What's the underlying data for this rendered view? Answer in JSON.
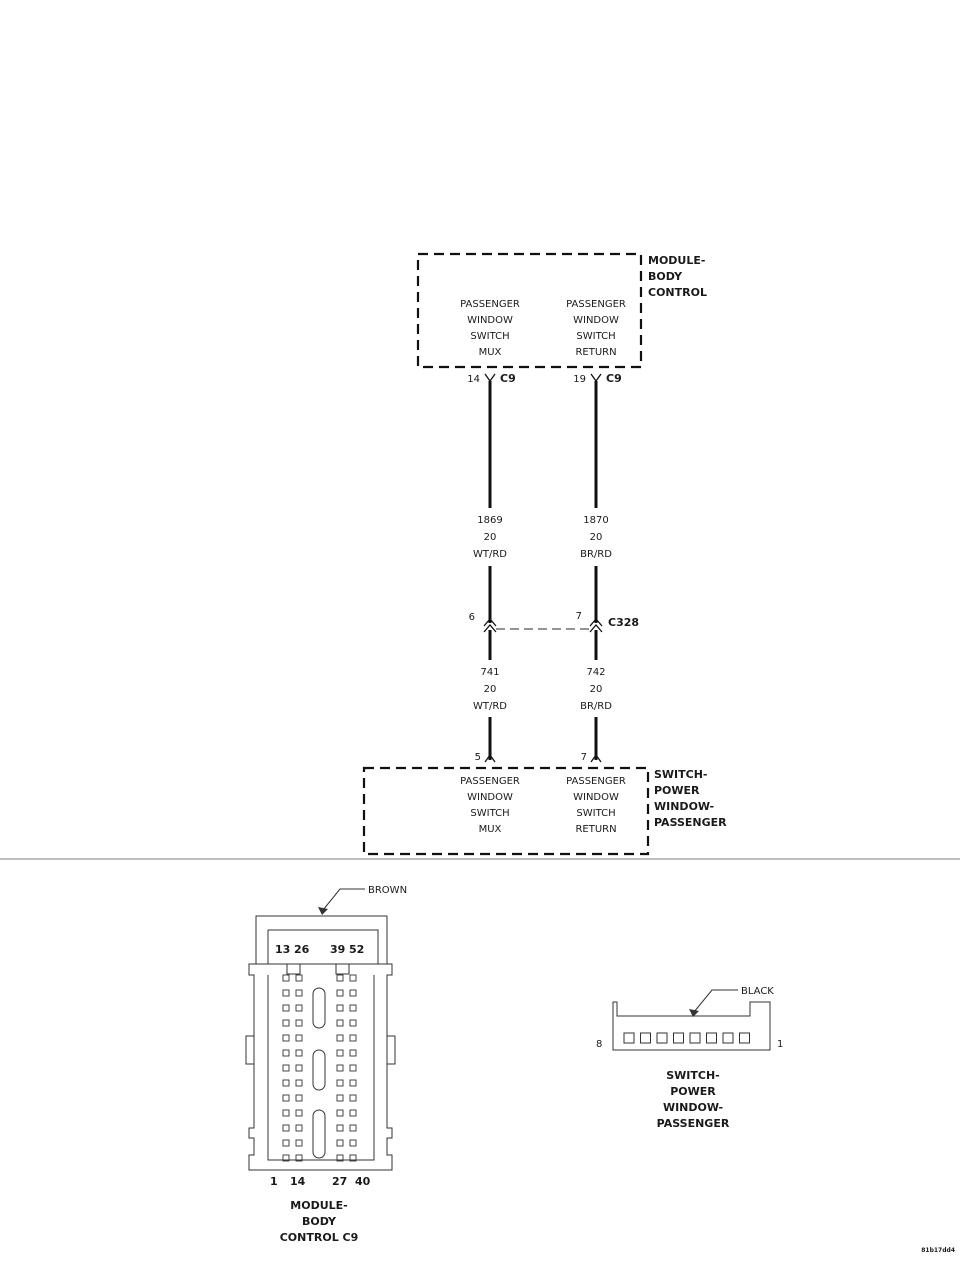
{
  "module_body_control": {
    "title_lines": [
      "MODULE-",
      "BODY",
      "CONTROL"
    ],
    "pin_left": {
      "lines": [
        "PASSENGER",
        "WINDOW",
        "SWITCH",
        "MUX"
      ],
      "pin": "14",
      "connector": "C9"
    },
    "pin_right": {
      "lines": [
        "PASSENGER",
        "WINDOW",
        "SWITCH",
        "RETURN"
      ],
      "pin": "19",
      "connector": "C9"
    }
  },
  "wires_upper": [
    {
      "circuit": "1869",
      "gauge": "20",
      "color": "WT/RD"
    },
    {
      "circuit": "1870",
      "gauge": "20",
      "color": "BR/RD"
    }
  ],
  "inline_connector": {
    "name": "C328",
    "pin_left": "6",
    "pin_right": "7"
  },
  "wires_lower": [
    {
      "circuit": "741",
      "gauge": "20",
      "color": "WT/RD"
    },
    {
      "circuit": "742",
      "gauge": "20",
      "color": "BR/RD"
    }
  ],
  "switch_power_window": {
    "title_lines": [
      "SWITCH-",
      "POWER",
      "WINDOW-",
      "PASSENGER"
    ],
    "pin_left": {
      "lines": [
        "PASSENGER",
        "WINDOW",
        "SWITCH",
        "MUX"
      ],
      "pin": "5"
    },
    "pin_right": {
      "lines": [
        "PASSENGER",
        "WINDOW",
        "SWITCH",
        "RETURN"
      ],
      "pin": "7"
    }
  },
  "connector_c9_view": {
    "color_label": "BROWN",
    "top_pins": [
      "13",
      "26",
      "39",
      "52"
    ],
    "bottom_pins": [
      "1",
      "14",
      "27",
      "40"
    ],
    "caption_lines": [
      "MODULE-",
      "BODY",
      "CONTROL C9"
    ]
  },
  "switch_connector_view": {
    "color_label": "BLACK",
    "pin_first": "8",
    "pin_last": "1",
    "caption_lines": [
      "SWITCH-",
      "POWER",
      "WINDOW-",
      "PASSENGER"
    ]
  },
  "figure_id": "81b17dd4"
}
